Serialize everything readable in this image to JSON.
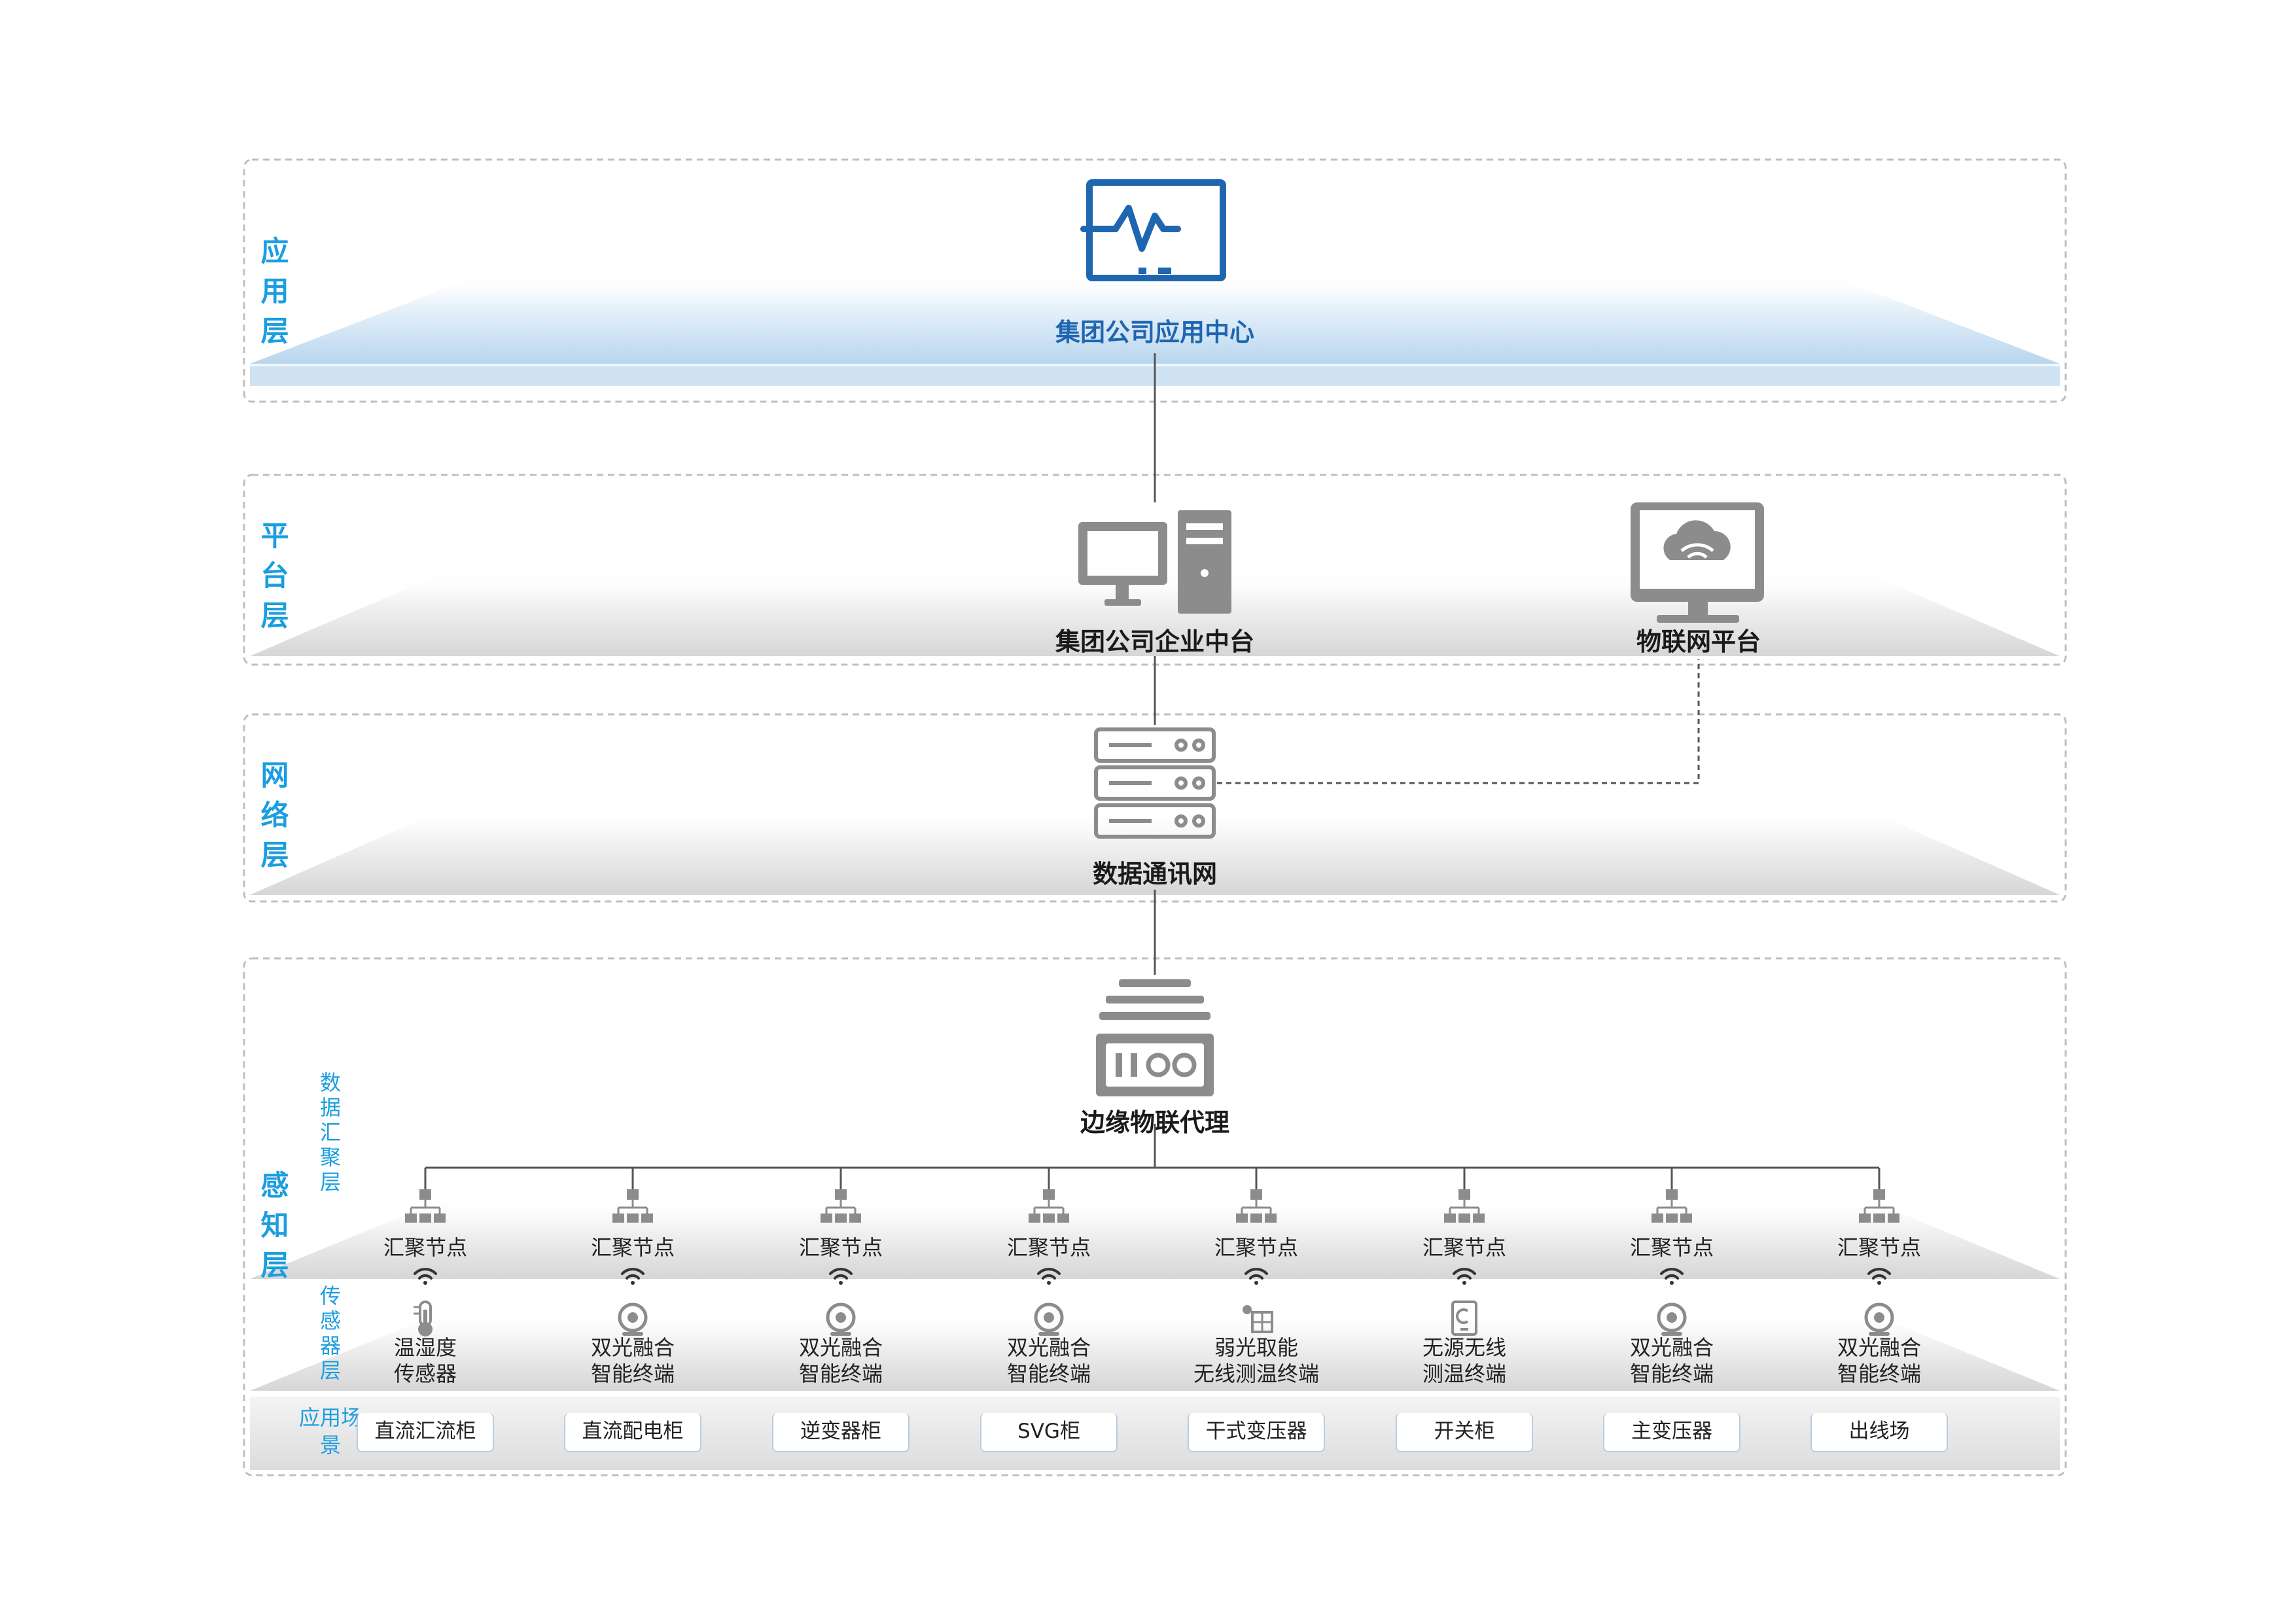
{
  "layers": {
    "application": "应用层",
    "platform": "平台层",
    "network": "网络层",
    "perception": "感知层"
  },
  "sublayers": {
    "aggregation": "数据汇聚层",
    "sensor": "传感器层",
    "scene": "应用场景"
  },
  "nodes": {
    "app_center": "集团公司应用中心",
    "enterprise_platform": "集团公司企业中台",
    "iot_platform": "物联网平台",
    "data_network": "数据通讯网",
    "edge_agent": "边缘物联代理"
  },
  "columns": [
    {
      "agg": "汇聚节点",
      "sensor_icon": "thermometer-icon",
      "sensor": [
        "温湿度",
        "传感器"
      ],
      "scene": "直流汇流柜"
    },
    {
      "agg": "汇聚节点",
      "sensor_icon": "camera-icon",
      "sensor": [
        "双光融合",
        "智能终端"
      ],
      "scene": "直流配电柜"
    },
    {
      "agg": "汇聚节点",
      "sensor_icon": "camera-icon",
      "sensor": [
        "双光融合",
        "智能终端"
      ],
      "scene": "逆变器柜"
    },
    {
      "agg": "汇聚节点",
      "sensor_icon": "camera-icon",
      "sensor": [
        "双光融合",
        "智能终端"
      ],
      "scene": "SVG柜"
    },
    {
      "agg": "汇聚节点",
      "sensor_icon": "solar-energy-icon",
      "sensor": [
        "弱光取能",
        "无线测温终端"
      ],
      "scene": "干式变压器"
    },
    {
      "agg": "汇聚节点",
      "sensor_icon": "wireless-temp-sensor-icon",
      "sensor": [
        "无源无线",
        "测温终端"
      ],
      "scene": "开关柜"
    },
    {
      "agg": "汇聚节点",
      "sensor_icon": "camera-icon",
      "sensor": [
        "双光融合",
        "智能终端"
      ],
      "scene": "主变压器"
    },
    {
      "agg": "汇聚节点",
      "sensor_icon": "camera-icon",
      "sensor": [
        "双光融合",
        "智能终端"
      ],
      "scene": "出线场"
    }
  ],
  "colors": {
    "accent": "#1b9ee0",
    "app_blue": "#1f66b1",
    "icon_gray": "#8c8c8c",
    "line": "#555555"
  }
}
